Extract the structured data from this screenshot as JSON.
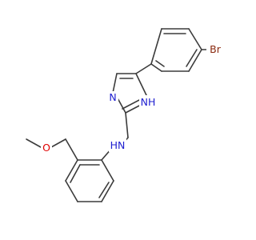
{
  "molecule": {
    "atom_labels": {
      "bromine": "Br",
      "imidazole_nh": "NH",
      "imidazole_n": "N",
      "amine_nh": "HN",
      "ether_oxygen": "O"
    },
    "colors": {
      "bond": "#3b3b3b",
      "nitrogen": "#2020d0",
      "oxygen": "#e00000",
      "bromine": "#8b2a10"
    }
  }
}
